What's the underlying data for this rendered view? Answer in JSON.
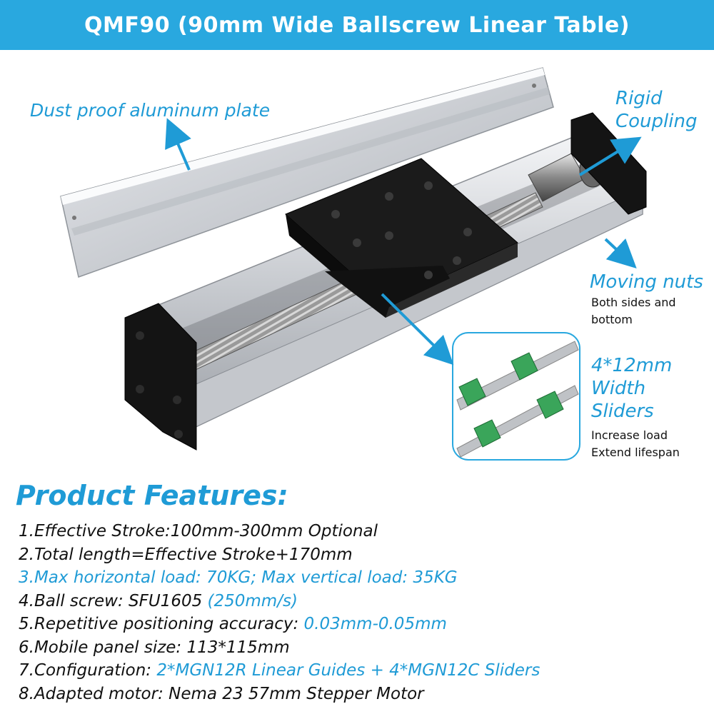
{
  "banner": {
    "title": "QMF90 (90mm Wide Ballscrew Linear Table)"
  },
  "callouts": {
    "dust": "Dust proof aluminum plate",
    "rigid_1": "Rigid",
    "rigid_2": "Coupling",
    "moving": "Moving nuts",
    "moving_sub_1": "Both sides and",
    "moving_sub_2": "bottom",
    "sliders_1": "4*12mm",
    "sliders_2": "Width",
    "sliders_3": "Sliders",
    "sliders_sub_1": "Increase load",
    "sliders_sub_2": "Extend lifespan"
  },
  "features": {
    "title": "Product Features:",
    "items": [
      {
        "num": "1.",
        "parts": [
          {
            "text": "Effective Stroke:100mm-300mm Optional",
            "color": "#111111"
          }
        ]
      },
      {
        "num": "2.",
        "parts": [
          {
            "text": "Total length=Effective Stroke+170mm",
            "color": "#111111"
          }
        ]
      },
      {
        "num": "3.",
        "parts": [
          {
            "text": "Max horizontal load: 70KG; Max vertical load: 35KG",
            "color": "#1f9bd6"
          }
        ]
      },
      {
        "num": "4.",
        "parts": [
          {
            "text": "Ball screw: SFU1605 ",
            "color": "#111111"
          },
          {
            "text": "(250mm/s)",
            "color": "#1f9bd6"
          }
        ]
      },
      {
        "num": "5.",
        "parts": [
          {
            "text": "Repetitive positioning accuracy: ",
            "color": "#111111"
          },
          {
            "text": "0.03mm-0.05mm",
            "color": "#1f9bd6"
          }
        ]
      },
      {
        "num": "6.",
        "parts": [
          {
            "text": "Mobile panel size: 113*115mm",
            "color": "#111111"
          }
        ]
      },
      {
        "num": "7.",
        "parts": [
          {
            "text": "Configuration: ",
            "color": "#111111"
          },
          {
            "text": "2*MGN12R Linear Guides + 4*MGN12C Sliders",
            "color": "#1f9bd6"
          }
        ]
      },
      {
        "num": "8.",
        "parts": [
          {
            "text": "Adapted motor: Nema 23 57mm Stepper Motor",
            "color": "#111111"
          }
        ]
      }
    ]
  },
  "colors": {
    "accent": "#1f9bd6",
    "banner": "#29a8df",
    "text": "#111111"
  }
}
